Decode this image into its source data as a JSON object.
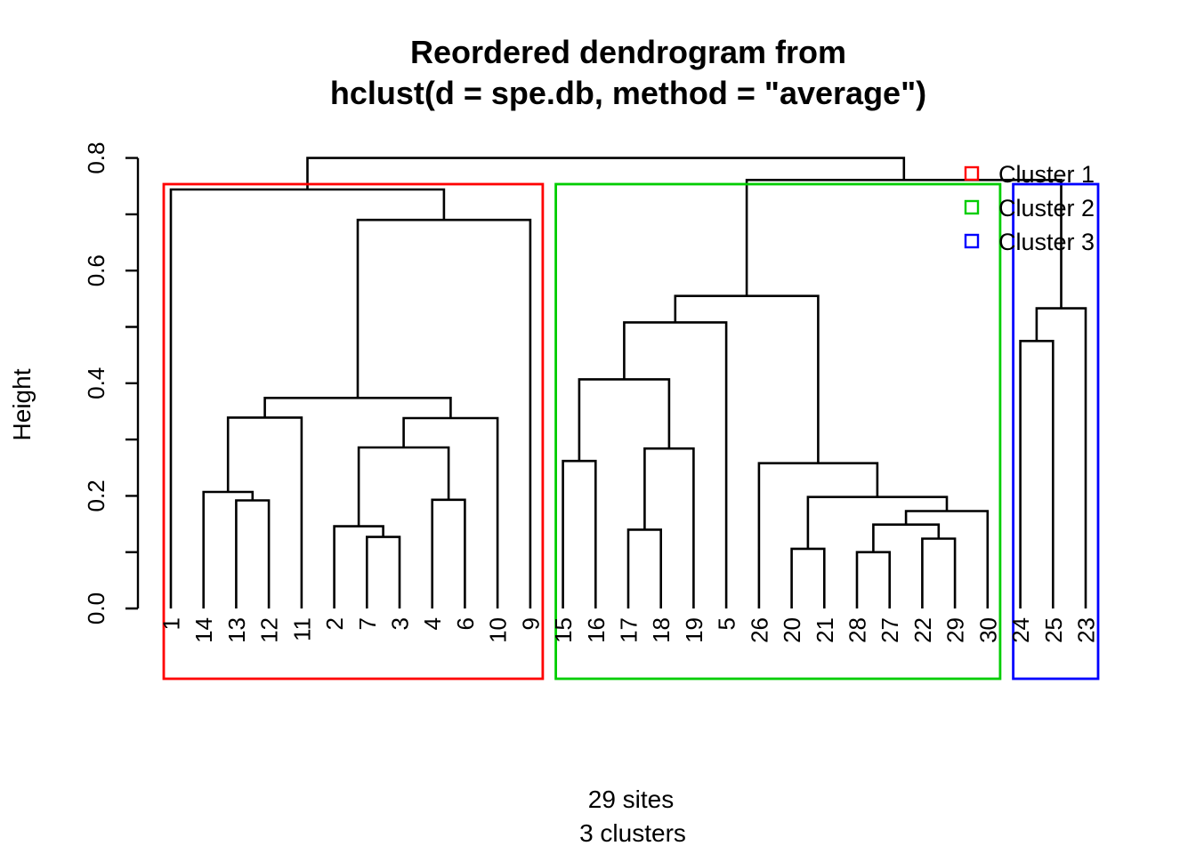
{
  "title": {
    "line1": "Reordered dendrogram from",
    "line2": "hclust(d = spe.db, method = \"average\")"
  },
  "y_axis": {
    "label": "Height",
    "labeled_ticks": [
      {
        "value": 0.0,
        "label": "0.0"
      },
      {
        "value": 0.2,
        "label": "0.2"
      },
      {
        "value": 0.4,
        "label": "0.4"
      },
      {
        "value": 0.6,
        "label": "0.6"
      },
      {
        "value": 0.8,
        "label": "0.8"
      }
    ],
    "minor_tick_step": 0.1,
    "range": [
      0,
      0.8
    ]
  },
  "x_axis_label": "29 sites",
  "subtitle": "3 clusters",
  "legend": [
    {
      "label": "Cluster 1",
      "color": "#FF0000"
    },
    {
      "label": "Cluster 2",
      "color": "#00CD00"
    },
    {
      "label": "Cluster 3",
      "color": "#0000FF"
    }
  ],
  "chart_data": {
    "type": "dendrogram",
    "method": "average",
    "distance": "spe.db",
    "n_sites": 29,
    "n_clusters": 3,
    "ylim": [
      0,
      0.8
    ],
    "leaf_order": [
      "1",
      "14",
      "13",
      "12",
      "11",
      "2",
      "7",
      "3",
      "4",
      "6",
      "10",
      "9",
      "15",
      "16",
      "17",
      "18",
      "19",
      "5",
      "26",
      "20",
      "21",
      "28",
      "27",
      "22",
      "29",
      "30",
      "24",
      "25",
      "23"
    ],
    "tree": [
      [
        "1",
        [
          [
            [
              [
                "14",
                [
                  "13",
                  "12",
                  0.192
                ],
                0.207
              ],
              "11",
              0.339
            ],
            [
              [
                [
                  "2",
                  [
                    "7",
                    "3",
                    0.127
                  ],
                  0.146
                ],
                [
                  "4",
                  "6",
                  0.193
                ],
                0.286
              ],
              "10",
              0.338
            ],
            0.374
          ],
          "9",
          0.69
        ],
        0.744
      ],
      [
        [
          [
            [
              [
                "15",
                "16",
                0.262
              ],
              [
                [
                  "17",
                  "18",
                  0.14
                ],
                "19",
                0.284
              ],
              0.407
            ],
            "5",
            0.508
          ],
          [
            "26",
            [
              [
                "20",
                "21",
                0.106
              ],
              [
                [
                  [
                    "28",
                    "27",
                    0.1
                  ],
                  [
                    "22",
                    "29",
                    0.124
                  ],
                  0.149
                ],
                "30",
                0.173
              ],
              0.198
            ],
            0.258
          ],
          0.555
        ],
        [
          [
            "24",
            "25",
            0.475
          ],
          "23",
          0.533
        ],
        0.761
      ],
      0.8
    ],
    "clusters": [
      {
        "name": "Cluster 1",
        "color": "#FF0000",
        "leaves": [
          "1",
          "14",
          "13",
          "12",
          "11",
          "2",
          "7",
          "3",
          "4",
          "6",
          "10",
          "9"
        ]
      },
      {
        "name": "Cluster 2",
        "color": "#00CD00",
        "leaves": [
          "15",
          "16",
          "17",
          "18",
          "19",
          "5",
          "26",
          "20",
          "21",
          "28",
          "27",
          "22",
          "29",
          "30"
        ]
      },
      {
        "name": "Cluster 3",
        "color": "#0000FF",
        "leaves": [
          "24",
          "25",
          "23"
        ]
      }
    ]
  }
}
